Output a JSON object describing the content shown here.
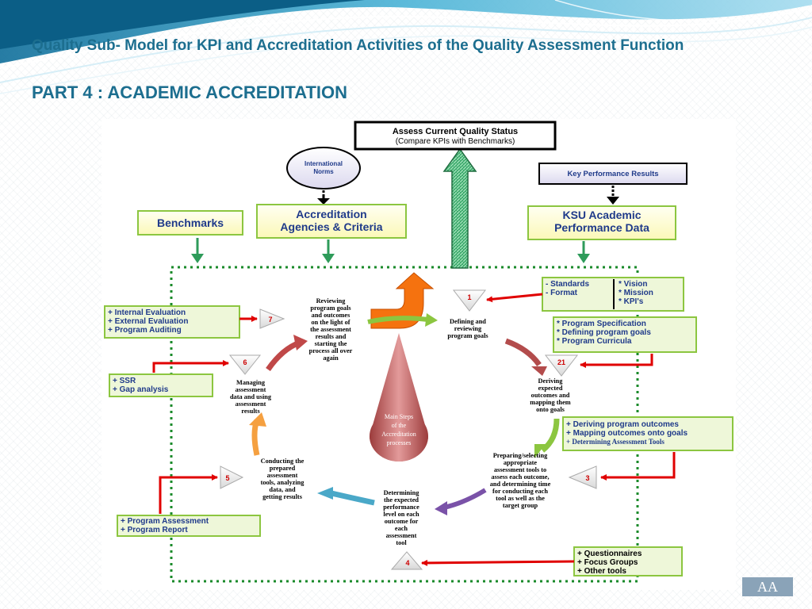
{
  "header": {
    "title_line1": "Quality Sub- Model for KPI and Accreditation Activities of the Quality Assessment Function",
    "title_line2": "PART 4 : ACADEMIC ACCREDITATION"
  },
  "diagram": {
    "assess_status": [
      "Assess Current Quality Status",
      "(Compare KPIs with Benchmarks)"
    ],
    "international_norms": [
      "International",
      "Norms"
    ],
    "key_performance_results": "Key Performance Results",
    "benchmarks": "Benchmarks",
    "accreditation_agencies": [
      "Accreditation",
      "Agencies & Criteria"
    ],
    "ksu_academic": [
      "KSU Academic",
      "Performance Data"
    ],
    "center_label": [
      "Main Steps",
      "of the",
      "Accreditation",
      "processes"
    ],
    "standards_box": {
      "left": [
        "- Standards",
        "- Format"
      ],
      "right": [
        "* Vision",
        "* Mission",
        "* KPI's"
      ]
    },
    "program_box": [
      "* Program Specification",
      "* Defining program goals",
      "* Program Curricula"
    ],
    "outcomes_box": [
      "+ Deriving program outcomes",
      "+ Mapping outcomes onto goals",
      "+ Determining Assessment Tools"
    ],
    "tools_box": [
      "+ Questionnaires",
      "+ Focus Groups",
      "+ Other tools"
    ],
    "program_assessment_box": [
      "+ Program Assessment",
      "+ Program Report"
    ],
    "ssr_box": [
      "+ SSR",
      "+ Gap analysis"
    ],
    "evaluation_box": [
      "+ Internal Evaluation",
      "+ External  Evaluation",
      "+ Program Auditing"
    ],
    "steps": [
      {
        "num": "1",
        "text": [
          "Defining and",
          "reviewing",
          "program goals"
        ]
      },
      {
        "num": "21",
        "text": [
          "Deriving",
          "expected",
          "outcomes and",
          "mapping them",
          "onto goals"
        ]
      },
      {
        "num": "3",
        "text": [
          "Preparing/selecting",
          "appropriate",
          "assessment tools to",
          "assess each outcome,",
          "and determining time",
          "for conducting each",
          "tool as well as the",
          "target group"
        ]
      },
      {
        "num": "4",
        "text": [
          "Determining",
          "the expected",
          "performance",
          "level on each",
          "outcome for",
          "each",
          "assessment",
          "tool"
        ]
      },
      {
        "num": "5",
        "text": [
          "Conducting the",
          "prepared",
          "assessment",
          "tools, analyzing",
          "data, and",
          "getting results"
        ]
      },
      {
        "num": "6",
        "text": [
          "Managing",
          "assessment",
          "data and using",
          "assessment",
          "results"
        ]
      },
      {
        "num": "7",
        "text": [
          "Reviewing",
          "program goals",
          "and outcomes",
          "on the light of",
          "the assessment",
          "results and",
          "starting the",
          "process all over",
          "again"
        ]
      }
    ]
  },
  "footer": {
    "badge": "AA"
  },
  "colors": {
    "title": "#1c6e8f",
    "box_fill": "#ffffa8",
    "box_border": "#8cc640",
    "arrow_green": "#2e9b5a",
    "connector_red": "#e00000"
  }
}
